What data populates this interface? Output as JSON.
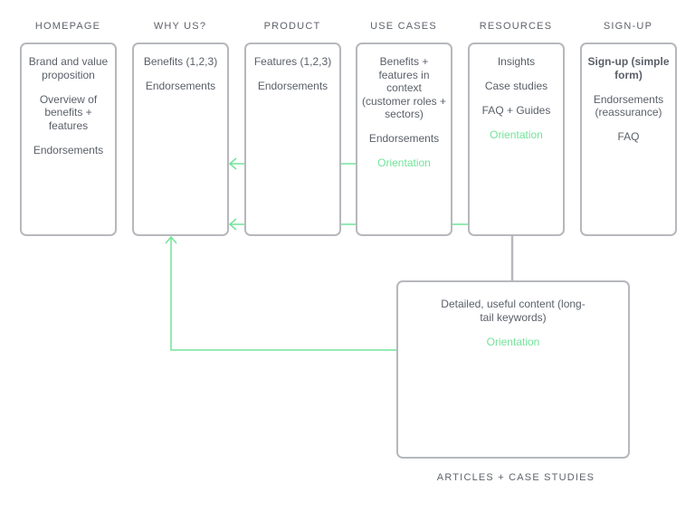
{
  "columns": [
    {
      "title": "HOMEPAGE",
      "items": [
        "Brand and value proposition",
        "Overview of benefits + features",
        "Endorsements"
      ]
    },
    {
      "title": "WHY US?",
      "items": [
        "Benefits (1,2,3)",
        "Endorsements"
      ]
    },
    {
      "title": "PRODUCT",
      "items": [
        "Features (1,2,3)",
        "Endorsements"
      ]
    },
    {
      "title": "USE CASES",
      "items": [
        "Benefits + features in context (customer roles + sectors)",
        "Endorsements",
        "Orientation"
      ]
    },
    {
      "title": "RESOURCES",
      "items": [
        "Insights",
        "Case studies",
        "FAQ + Guides",
        "Orientation"
      ]
    },
    {
      "title": "SIGN-UP",
      "items": [
        "Sign-up (simple form)",
        "Endorsements (reassurance)",
        "FAQ"
      ]
    }
  ],
  "articles": {
    "title": "ARTICLES + CASE STUDIES",
    "items": [
      "Detailed, useful content (long-tail keywords)",
      "Orientation"
    ]
  },
  "colors": {
    "box_border": "#b6b8bd",
    "connector_gray": "#b6b8bd",
    "accent_green": "#72e39a",
    "text": "#5a5f68"
  }
}
